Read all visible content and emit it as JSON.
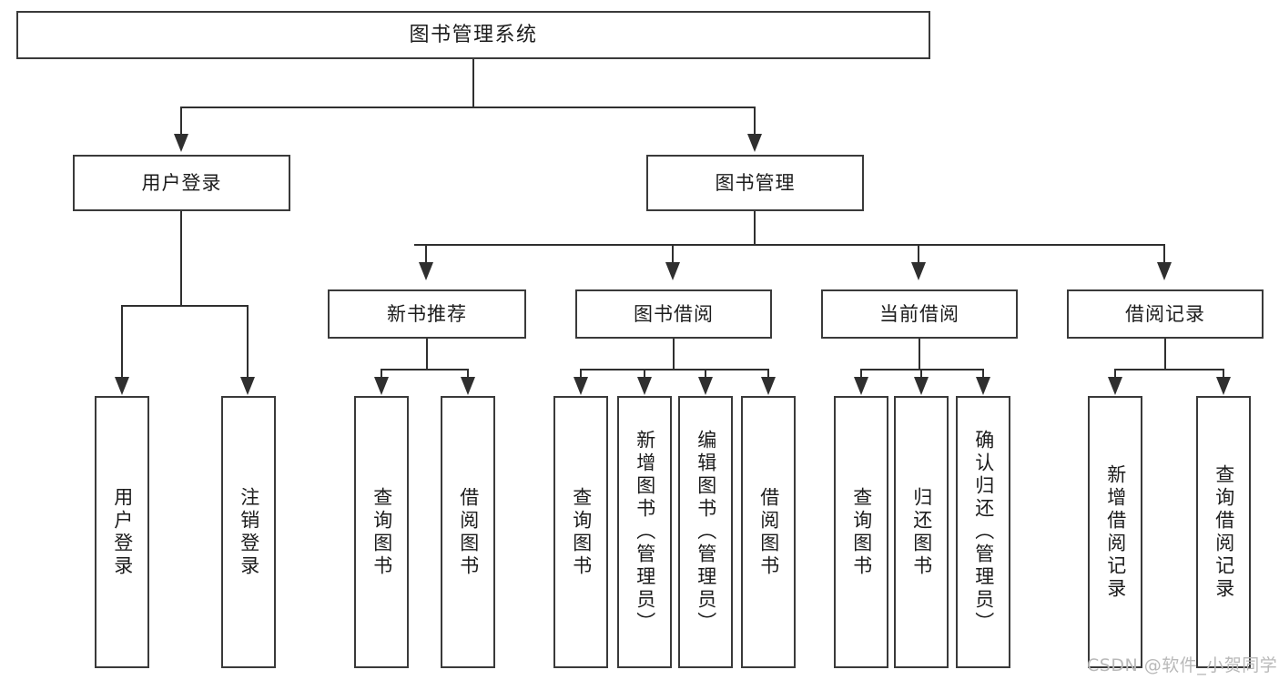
{
  "diagram": {
    "title": "图书管理系统",
    "type": "tree-hierarchy",
    "watermark": "CSDN @软件_小贺同学",
    "colors": {
      "box_border": "#3a3a3a",
      "connector": "#2f2f2f",
      "text": "#1c1c1c",
      "background": "#ffffff",
      "watermark": "#b9b9b9"
    },
    "nodes": {
      "root": {
        "label": "图书管理系统"
      },
      "level1": [
        {
          "id": "user-login",
          "label": "用户登录"
        },
        {
          "id": "book-management",
          "label": "图书管理"
        }
      ],
      "level2": [
        {
          "id": "new-book-recommend",
          "label": "新书推荐"
        },
        {
          "id": "book-borrow",
          "label": "图书借阅"
        },
        {
          "id": "current-borrow",
          "label": "当前借阅"
        },
        {
          "id": "borrow-record",
          "label": "借阅记录"
        }
      ],
      "leaves": {
        "user_login": [
          {
            "id": "leaf-user-login",
            "label": "用户登录"
          },
          {
            "id": "leaf-logout-login",
            "label": "注销登录"
          }
        ],
        "new_book_recommend": [
          {
            "id": "leaf-query-book-1",
            "label": "查询图书"
          },
          {
            "id": "leaf-borrow-book-1",
            "label": "借阅图书"
          }
        ],
        "book_borrow": [
          {
            "id": "leaf-query-book-2",
            "label": "查询图书"
          },
          {
            "id": "leaf-add-book-admin",
            "label": "新增图书（管理员）"
          },
          {
            "id": "leaf-edit-book-admin",
            "label": "编辑图书（管理员）"
          },
          {
            "id": "leaf-borrow-book-2",
            "label": "借阅图书"
          }
        ],
        "current_borrow": [
          {
            "id": "leaf-query-book-3",
            "label": "查询图书"
          },
          {
            "id": "leaf-return-book",
            "label": "归还图书"
          },
          {
            "id": "leaf-confirm-return-admin",
            "label": "确认归还（管理员）"
          }
        ],
        "borrow_record": [
          {
            "id": "leaf-add-borrow-record",
            "label": "新增借阅记录"
          },
          {
            "id": "leaf-query-borrow-record",
            "label": "查询借阅记录"
          }
        ]
      }
    }
  }
}
